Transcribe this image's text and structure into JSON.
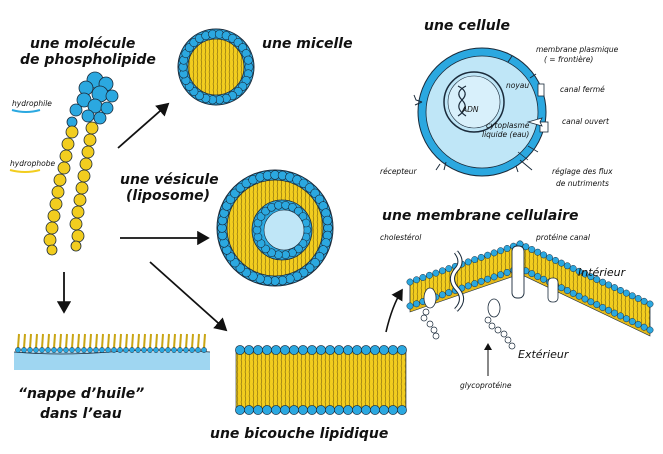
{
  "labels": {
    "phospholipid_l1": "une molécule",
    "phospholipid_l2": "de phospholipide",
    "hydrophile": "hydrophile",
    "hydrophobe": "hydrophobe",
    "micelle": "une micelle",
    "vesicle_l1": "une vésicule",
    "vesicle_l2": "(liposome)",
    "oil_l1": "“nappe d’huile”",
    "oil_l2": "dans l’eau",
    "bilayer": "une bicouche lipidique",
    "cell": "une cellule",
    "membrane_plasmique": "membrane plasmique",
    "frontiere": "( = frontière)",
    "noyau": "noyau",
    "canal_ferme": "canal fermé",
    "adn": "ADN",
    "canal_ouvert": "canal ouvert",
    "cytoplasme_l1": "cytoplasme",
    "cytoplasme_l2": "liquide (eau)",
    "recepteur": "récepteur",
    "reglage_l1": "réglage des flux",
    "reglage_l2": "de nutriments",
    "cell_membrane": "une membrane cellulaire",
    "cholesterol": "cholestérol",
    "proteine_canal": "protéine canal",
    "interieur": "Intérieur",
    "exterieur": "Extérieur",
    "glycoproteine": "glycoprotéine"
  },
  "colors": {
    "head": "#2ba8e0",
    "tail": "#f2cd1f",
    "outline": "#1a2a3a",
    "cell_fill": "#bfe6f7",
    "water": "#9fd6f1",
    "underline_hydrophile": "#2ba8e0",
    "underline_hydrophobe": "#f2cd1f"
  }
}
